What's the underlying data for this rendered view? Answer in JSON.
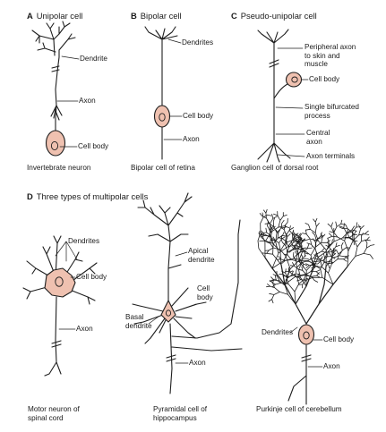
{
  "colors": {
    "cell_body": "#efc1b0",
    "outline": "#1e1e1e",
    "nucleus_outline": "#444444"
  },
  "panels": {
    "a": {
      "letter": "A",
      "title": "Unipolar cell",
      "caption": "Invertebrate neuron",
      "labels": {
        "dendrite": "Dendrite",
        "axon": "Axon",
        "cell_body": "Cell body"
      }
    },
    "b": {
      "letter": "B",
      "title": "Bipolar cell",
      "caption": "Bipolar cell of retina",
      "labels": {
        "dendrites": "Dendrites",
        "cell_body": "Cell body",
        "axon": "Axon"
      }
    },
    "c": {
      "letter": "C",
      "title": "Pseudo-unipolar cell",
      "caption": "Ganglion cell of dorsal root",
      "labels": {
        "peripheral_axon_1": "Peripheral axon",
        "peripheral_axon_2": "to skin and",
        "peripheral_axon_3": "muscle",
        "cell_body": "Cell body",
        "process_1": "Single bifurcated",
        "process_2": "process",
        "central_axon_1": "Central",
        "central_axon_2": "axon",
        "axon_terminals": "Axon terminals"
      }
    },
    "d": {
      "letter": "D",
      "title": "Three types of multipolar cells",
      "motor": {
        "caption_1": "Motor neuron of",
        "caption_2": "spinal cord",
        "labels": {
          "dendrites": "Dendrites",
          "cell_body": "Cell body",
          "axon": "Axon"
        }
      },
      "pyramidal": {
        "caption_1": "Pyramidal cell of",
        "caption_2": "hippocampus",
        "labels": {
          "apical_1": "Apical",
          "apical_2": "dendrite",
          "cell_1": "Cell",
          "cell_2": "body",
          "basal_1": "Basal",
          "basal_2": "dendrite",
          "axon": "Axon"
        }
      },
      "purkinje": {
        "caption": "Purkinje cell of cerebellum",
        "labels": {
          "dendrites": "Dendrites",
          "cell_body": "Cell body",
          "axon": "Axon"
        }
      }
    }
  }
}
